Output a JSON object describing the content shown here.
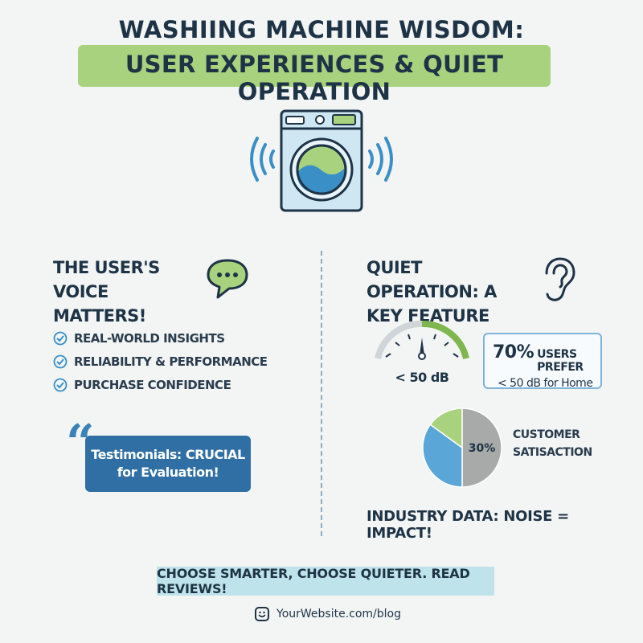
{
  "header": {
    "title_line1": "WASHIING MACHINE WISDOM:",
    "title_line2": "USER EXPERIENCES & QUIET OPERATION"
  },
  "colors": {
    "accent_green": "#a9d27e",
    "accent_blue": "#2f6fa4",
    "light_blue": "#5aa6d6",
    "gray": "#a7aaa9",
    "cta_band": "#bfe3ea"
  },
  "left": {
    "heading": "THE USER'S VOICE MATTERS!",
    "icon": "speech-bubble-icon",
    "checklist": [
      "REAL-WORLD INSIGHTS",
      "RELIABILITY & PERFORMANCE",
      "PURCHASE CONFIDENCE"
    ],
    "testimonial_line1": "Testimonials: CRUCIAL",
    "testimonial_line2": "for Evaluation!"
  },
  "right": {
    "heading": "QUIET OPERATION: A KEY FEATURE",
    "icon": "ear-icon",
    "gauge_label": "< 50 dB",
    "stat_percent": "70%",
    "stat_text1": "USERS PREFER",
    "stat_text2": "< 50 dB for Home",
    "pie_slices": [
      {
        "label": "30%",
        "value": 50,
        "color": "#a7aaa9"
      },
      {
        "value": 35,
        "color": "#5aa6d6"
      },
      {
        "value": 15,
        "color": "#a9d27e"
      }
    ],
    "pie_label": "CUSTOMER SATISACTION",
    "industry_text": "INDUSTRY DATA: NOISE = IMPACT!"
  },
  "footer": {
    "cta": "CHOOSE SMARTER, CHOOSE QUIETER. READ REVIEWS!",
    "link": "YourWebsite.com/blog"
  }
}
